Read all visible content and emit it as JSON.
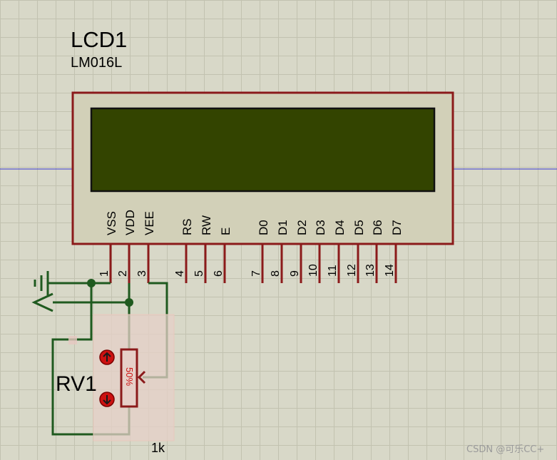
{
  "lcd": {
    "ref": "LCD1",
    "model": "LM016L",
    "pins": [
      {
        "name": "VSS",
        "num": "1"
      },
      {
        "name": "VDD",
        "num": "2"
      },
      {
        "name": "VEE",
        "num": "3"
      },
      {
        "name": "RS",
        "num": "4"
      },
      {
        "name": "RW",
        "num": "5"
      },
      {
        "name": "E",
        "num": "6"
      },
      {
        "name": "D0",
        "num": "7"
      },
      {
        "name": "D1",
        "num": "8"
      },
      {
        "name": "D2",
        "num": "9"
      },
      {
        "name": "D3",
        "num": "10"
      },
      {
        "name": "D4",
        "num": "11"
      },
      {
        "name": "D5",
        "num": "12"
      },
      {
        "name": "D6",
        "num": "13"
      },
      {
        "name": "D7",
        "num": "14"
      }
    ]
  },
  "pot": {
    "ref": "RV1",
    "value": "1k",
    "wiper": "50%"
  },
  "colors": {
    "body_outline": "#8b1a1a",
    "body_fill": "#d2d0b8",
    "screen": "#334400",
    "wire": "#1f5a1f",
    "net_line": "#3a3ad0",
    "pot_fill": "#e6d0c8",
    "pot_arrow": "#cc1111",
    "grid_bg": "#d8d8c8"
  },
  "watermark": "CSDN @可乐CC+"
}
